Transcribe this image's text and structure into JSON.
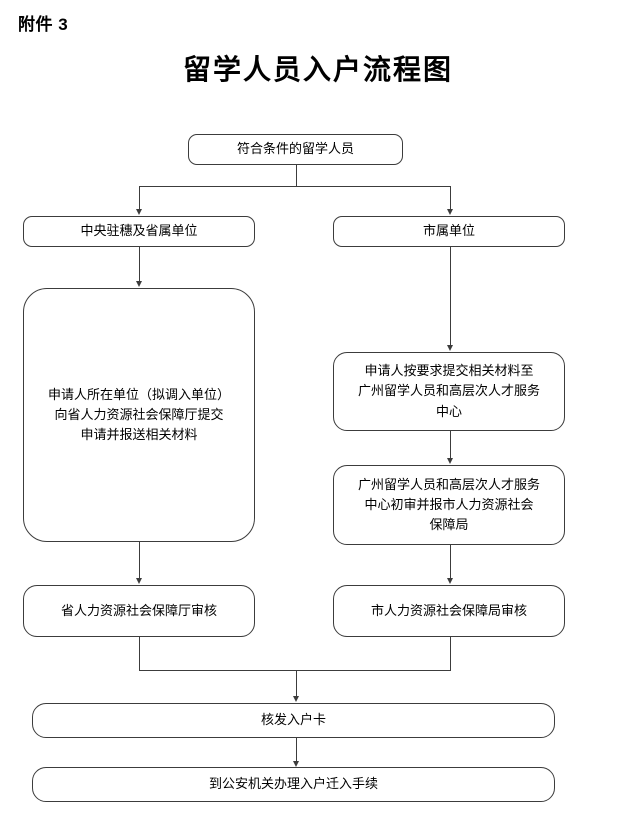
{
  "document": {
    "attachment_label": "附件 3",
    "title": "留学人员入户流程图"
  },
  "flow": {
    "start": {
      "label": "符合条件的留学人员"
    },
    "branch_left": {
      "label": "中央驻穗及省属单位"
    },
    "branch_right": {
      "label": "市属单位"
    },
    "left_step_1": {
      "line1": "申请人所在单位（拟调入单位）",
      "line2": "向省人力资源社会保障厅提交",
      "line3": "申请并报送相关材料"
    },
    "right_step_1": {
      "line1": "申请人按要求提交相关材料至",
      "line2": "广州留学人员和高层次人才服务",
      "line3": "中心"
    },
    "right_step_2": {
      "line1": "广州留学人员和高层次人才服务",
      "line2": "中心初审并报市人力资源社会",
      "line3": "保障局"
    },
    "left_review": {
      "label": "省人力资源社会保障厅审核"
    },
    "right_review": {
      "label": "市人力资源社会保障局审核"
    },
    "issue_card": {
      "label": "核发入户卡"
    },
    "police_step": {
      "label": "到公安机关办理入户迁入手续"
    }
  },
  "style": {
    "line_color": "#3c3c3c",
    "background": "#ffffff",
    "text_color": "#000000"
  }
}
